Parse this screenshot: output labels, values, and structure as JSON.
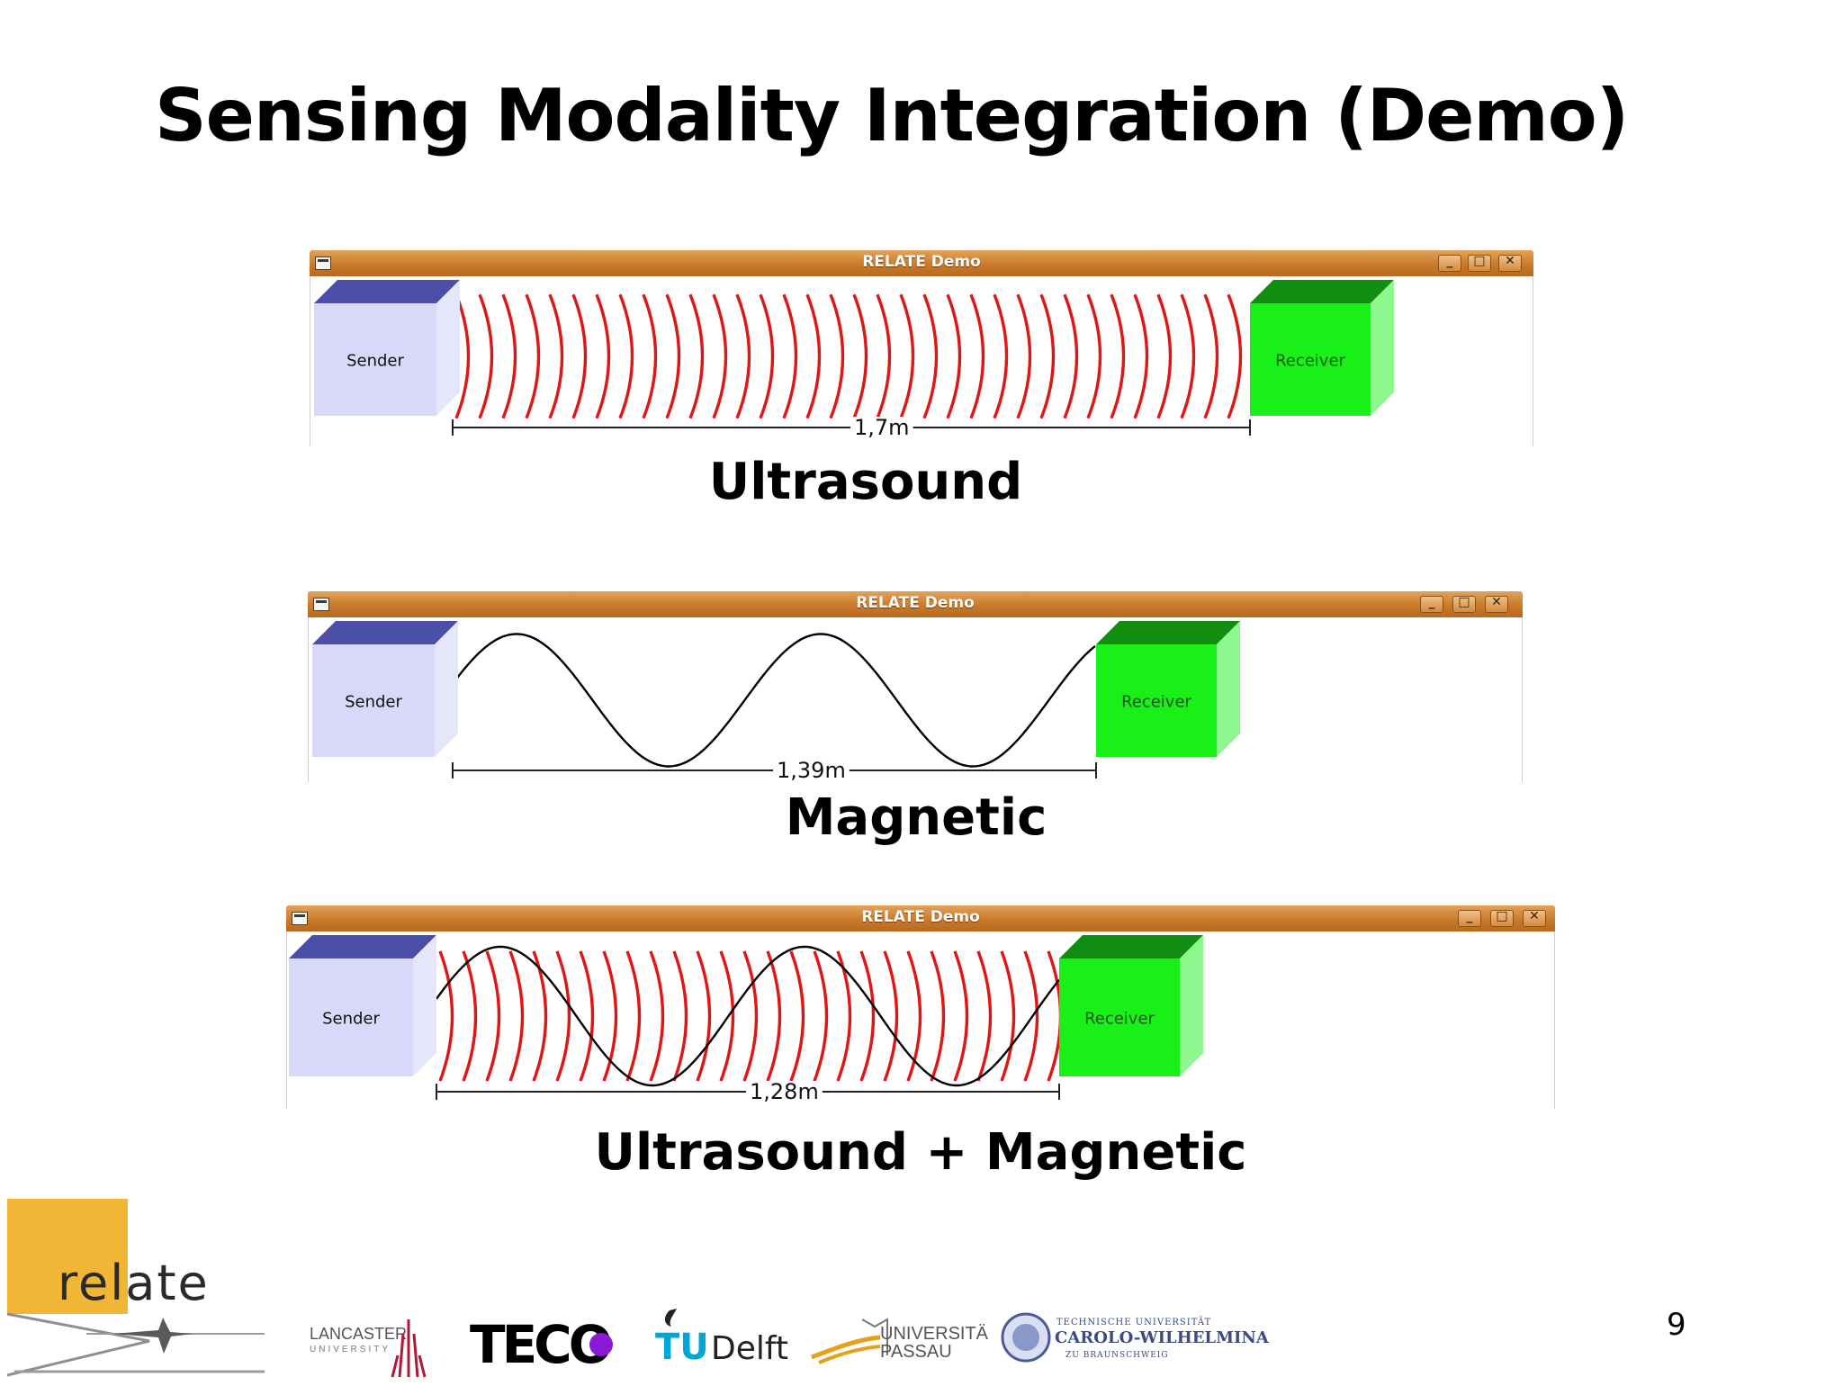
{
  "slide": {
    "title": "Sensing Modality Integration (Demo)",
    "page_number": "9"
  },
  "demos": [
    {
      "window_title": "RELATE Demo",
      "sender_label": "Sender",
      "receiver_label": "Receiver",
      "distance": "1,7m",
      "caption": "Ultrasound",
      "signals": [
        "ultrasound"
      ]
    },
    {
      "window_title": "RELATE Demo",
      "sender_label": "Sender",
      "receiver_label": "Receiver",
      "distance": "1,39m",
      "caption": "Magnetic",
      "signals": [
        "magnetic"
      ]
    },
    {
      "window_title": "RELATE Demo",
      "sender_label": "Sender",
      "receiver_label": "Receiver",
      "distance": "1,28m",
      "caption": "Ultrasound + Magnetic",
      "signals": [
        "ultrasound",
        "magnetic"
      ]
    }
  ],
  "window_controls": {
    "minimize": "_",
    "maximize": "□",
    "close": "✕"
  },
  "footer": {
    "relate_logo_text": "relate",
    "partner_logos": {
      "lancaster": {
        "line1": "LANCASTER",
        "line2": "UNIVERSITY"
      },
      "teco": "TECO",
      "tudelft": {
        "tu": "TU",
        "delft": "Delft"
      },
      "passau": {
        "line1": "UNIVERSITÄT",
        "line2": "PASSAU"
      },
      "braunschweig": {
        "line1": "TECHNISCHE UNIVERSITÄT",
        "line2": "CAROLO-WILHELMINA",
        "line3": "ZU BRAUNSCHWEIG"
      }
    }
  },
  "colors": {
    "sender_front": "#d8d8f8",
    "sender_top": "#4b4fa8",
    "sender_side": "#e6e6fb",
    "receiver_front": "#18f018",
    "receiver_top": "#118d11",
    "receiver_side": "#8ef88e",
    "ultrasound": "#e01515",
    "magnetic": "#000000",
    "relate_orange": "#f2b636"
  }
}
